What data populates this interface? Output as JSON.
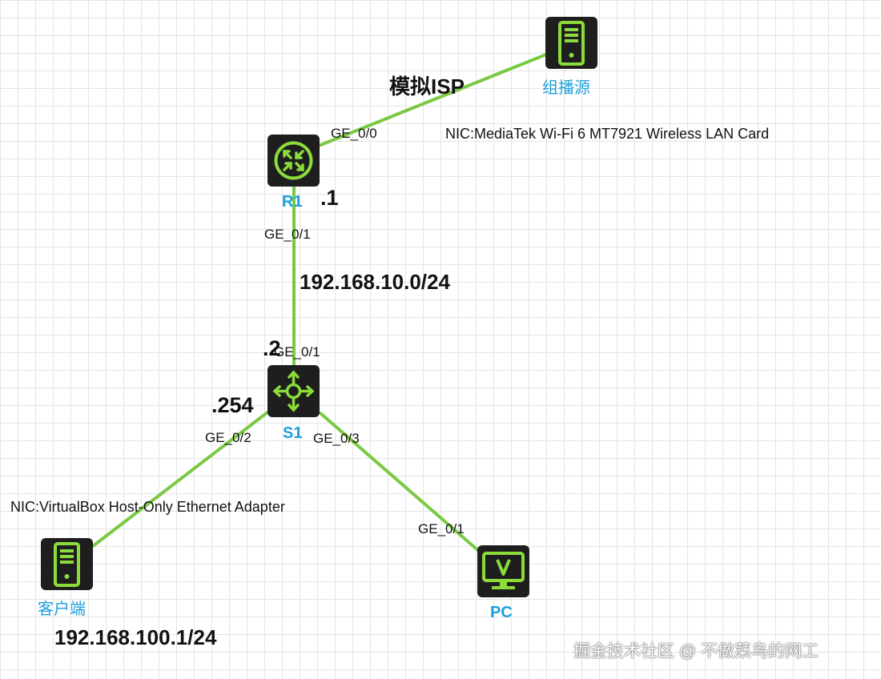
{
  "colors": {
    "link": "#7ac943",
    "device_bg": "#1e1e1e",
    "device_accent": "#8bdc3a",
    "label_blue": "#1c9fdc"
  },
  "devices": {
    "multicast_source": {
      "label": "组播源",
      "icon": "server-icon"
    },
    "r1": {
      "label": "R1",
      "icon": "router-icon",
      "ip_suffix": ".1"
    },
    "s1": {
      "label": "S1",
      "icon": "switch-icon",
      "ip_suffix_r1_side": ".2",
      "ip_suffix_client_side": ".254"
    },
    "client": {
      "label": "客户端",
      "icon": "server-icon",
      "subnet": "192.168.100.1/24"
    },
    "pc": {
      "label": "PC",
      "icon": "monitor-icon"
    }
  },
  "links": {
    "isp_label": "模拟ISP",
    "r1_ge00": "GE_0/0",
    "r1_ge01": "GE_0/1",
    "r1_s1_subnet": "192.168.10.0/24",
    "s1_ge01": "GE_0/1",
    "s1_ge02": "GE_0/2",
    "s1_ge03": "GE_0/3",
    "pc_ge01": "GE_0/1"
  },
  "nics": {
    "isp_nic": "NIC:MediaTek Wi-Fi 6 MT7921 Wireless LAN Card",
    "client_nic": "NIC:VirtualBox Host-Only Ethernet Adapter"
  },
  "watermark": "掘金技术社区 @ 不做菜鸟的网工"
}
